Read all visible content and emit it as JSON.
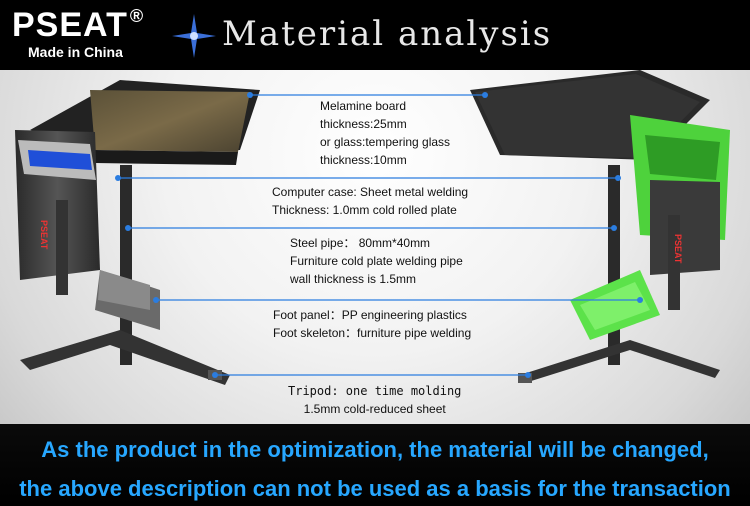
{
  "brand": {
    "name": "PSEAT",
    "mark": "®",
    "tagline": "Made in China"
  },
  "header": {
    "title": "Material analysis"
  },
  "callouts": {
    "board": [
      "Melamine board",
      "thickness:25mm",
      "or glass:tempering glass",
      "thickness:10mm"
    ],
    "case": [
      "Computer case:   Sheet metal welding",
      "Thickness: 1.0mm cold rolled plate"
    ],
    "pipe": [
      "Steel pipe：  80mm*40mm",
      "Furniture cold plate welding pipe",
      "wall thickness is 1.5mm"
    ],
    "foot": [
      "Foot panel：PP engineering plastics",
      "Foot skeleton：furniture pipe welding"
    ],
    "tripod": [
      "Tripod: one time molding",
      "1.5mm cold-reduced sheet"
    ]
  },
  "product_label": "PSEAT",
  "footer": {
    "line1": "As  the product in the optimization, the material will be changed,",
    "line2": "the above description can not be used as a basis for the transaction"
  },
  "colors": {
    "accent_blue": "#27a7ff",
    "green": "#5ce24a",
    "callout_line": "#2b7de0"
  }
}
